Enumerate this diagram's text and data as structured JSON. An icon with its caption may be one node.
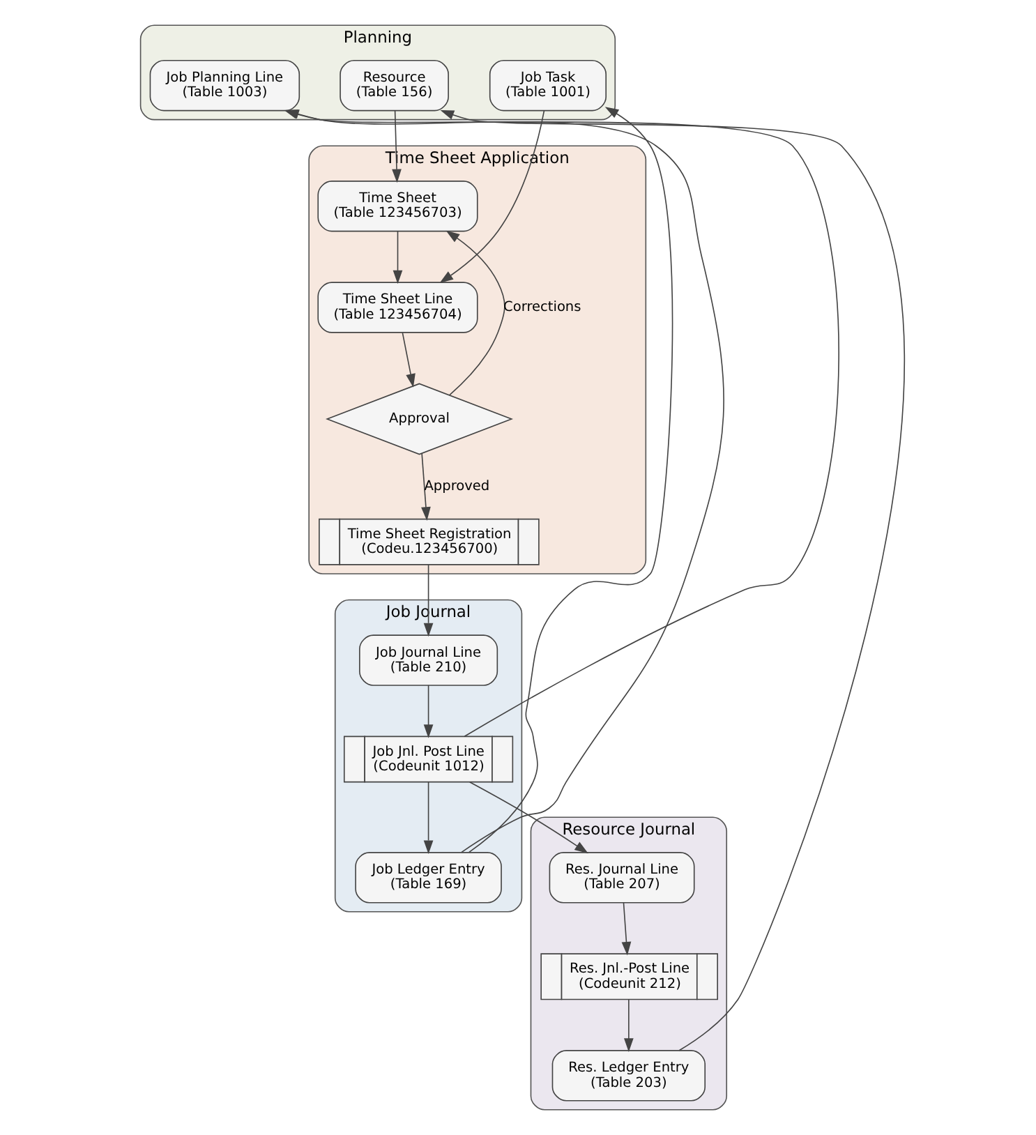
{
  "diagram": {
    "nodes": [
      {
        "text": [
          "Planning"
        ]
      },
      {
        "text": [
          "Resource",
          "(Table 156)"
        ],
        "in": 0
      },
      {
        "text": [
          "Job Task",
          "(Table 1001)"
        ],
        "in": 0
      },
      {
        "text": [
          "Job Planning Line",
          "(Table 1003)"
        ],
        "in": 0
      },
      {
        "text": [
          "Time Sheet Application"
        ]
      },
      {
        "text": [
          "Time Sheet",
          "(Table 123456703)"
        ],
        "in": 4
      },
      {
        "text": [
          "Time Sheet Line",
          "(Table 123456704)"
        ],
        "in": 4
      },
      {
        "text": [
          "Approval"
        ],
        "in": 4
      },
      {
        "text": [
          "Time Sheet Registration",
          "(Codeu.123456700)"
        ],
        "in": 4
      },
      {
        "text": [
          "Job Journal"
        ]
      },
      {
        "text": [
          "Job Ledger Entry",
          "(Table 169)"
        ],
        "in": 9
      },
      {
        "text": [
          "Job Jnl. Post Line",
          "(Codeunit 1012)"
        ],
        "in": 9
      },
      {
        "text": [
          "Job Journal Line",
          "(Table 210)"
        ],
        "in": 9
      },
      {
        "text": [
          "Resource Journal"
        ]
      },
      {
        "text": [
          "Res. Ledger Entry",
          "(Table 203)"
        ],
        "in": 13
      },
      {
        "text": [
          "Res. Jnl.-Post Line",
          "(Codeunit 212)"
        ],
        "in": 13
      },
      {
        "text": [
          "Res. Journal Line",
          "(Table 207)"
        ],
        "in": 13
      }
    ],
    "edges": [
      {
        "from": 1,
        "to": 5,
        "arrow": "to"
      },
      {
        "from": 5,
        "to": 6,
        "arrow": "to"
      },
      {
        "from": 2,
        "to": 6,
        "arrow": "to"
      },
      {
        "from": 6,
        "to": 7,
        "arrow": "to"
      },
      {
        "from": 7,
        "to": 5,
        "arrow": "to",
        "label": "Corrections"
      },
      {
        "from": 7,
        "to": 8,
        "arrow": "to",
        "label": "Approved"
      },
      {
        "from": 8,
        "to": 12,
        "arrow": "to"
      },
      {
        "from": 12,
        "to": 11,
        "arrow": "to"
      },
      {
        "from": 11,
        "to": 10,
        "arrow": "to"
      },
      {
        "from": 11,
        "to": 3,
        "arrow": "to"
      },
      {
        "from": 10,
        "to": 2,
        "arrow": "to"
      },
      {
        "from": 10,
        "to": 3,
        "arrow": "to"
      },
      {
        "from": 11,
        "to": 16,
        "arrow": "to"
      },
      {
        "from": 16,
        "to": 15,
        "arrow": "to"
      },
      {
        "from": 15,
        "to": 14,
        "arrow": "to"
      },
      {
        "from": 14,
        "to": 1,
        "arrow": "to"
      }
    ]
  }
}
